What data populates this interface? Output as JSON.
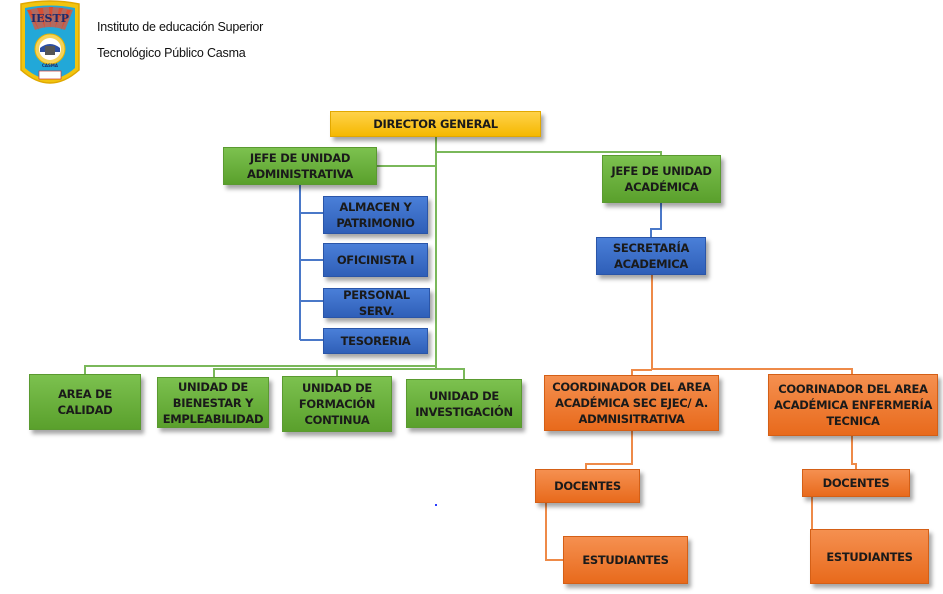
{
  "header": {
    "logo_text": "IESTP",
    "logo_sub": "CASMA",
    "institution_line1": "Instituto de educación Superior",
    "institution_line2": "Tecnológico Público Casma"
  },
  "colors": {
    "director": "#f5b800",
    "administrative": "#5aa02c",
    "support": "#2f5fb8",
    "academic": "#e86a1c"
  },
  "org_chart": {
    "director": "DIRECTOR GENERAL",
    "jefe_administrativa": "JEFE DE UNIDAD\nADMINISTRATIVA",
    "jefe_academica": "JEFE DE UNIDAD\nACADÉMICA",
    "admin_units": [
      "ALMACEN Y\nPATRIMONIO",
      "OFICINISTA I",
      "PERSONAL SERV.",
      "TESORERIA"
    ],
    "secretaria": "SECRETARÍA\nACADEMICA",
    "areas": [
      "AREA DE\nCALIDAD",
      "UNIDAD DE\nBIENESTAR Y\nEMPLEABILIDAD",
      "UNIDAD DE\nFORMACIÓN\nCONTINUA",
      "UNIDAD DE\nINVESTIGACIÓN"
    ],
    "coordinators": [
      {
        "title": "COORDINADOR DEL AREA\nACADÉMICA SEC EJEC/ A.\nADMNISITRATIVA",
        "docentes": "DOCENTES",
        "estudiantes": "ESTUDIANTES"
      },
      {
        "title": "COORINADOR DEL AREA\nACADÉMICA ENFERMERÍA\nTECNICA",
        "docentes": "DOCENTES",
        "estudiantes": "ESTUDIANTES"
      }
    ]
  }
}
